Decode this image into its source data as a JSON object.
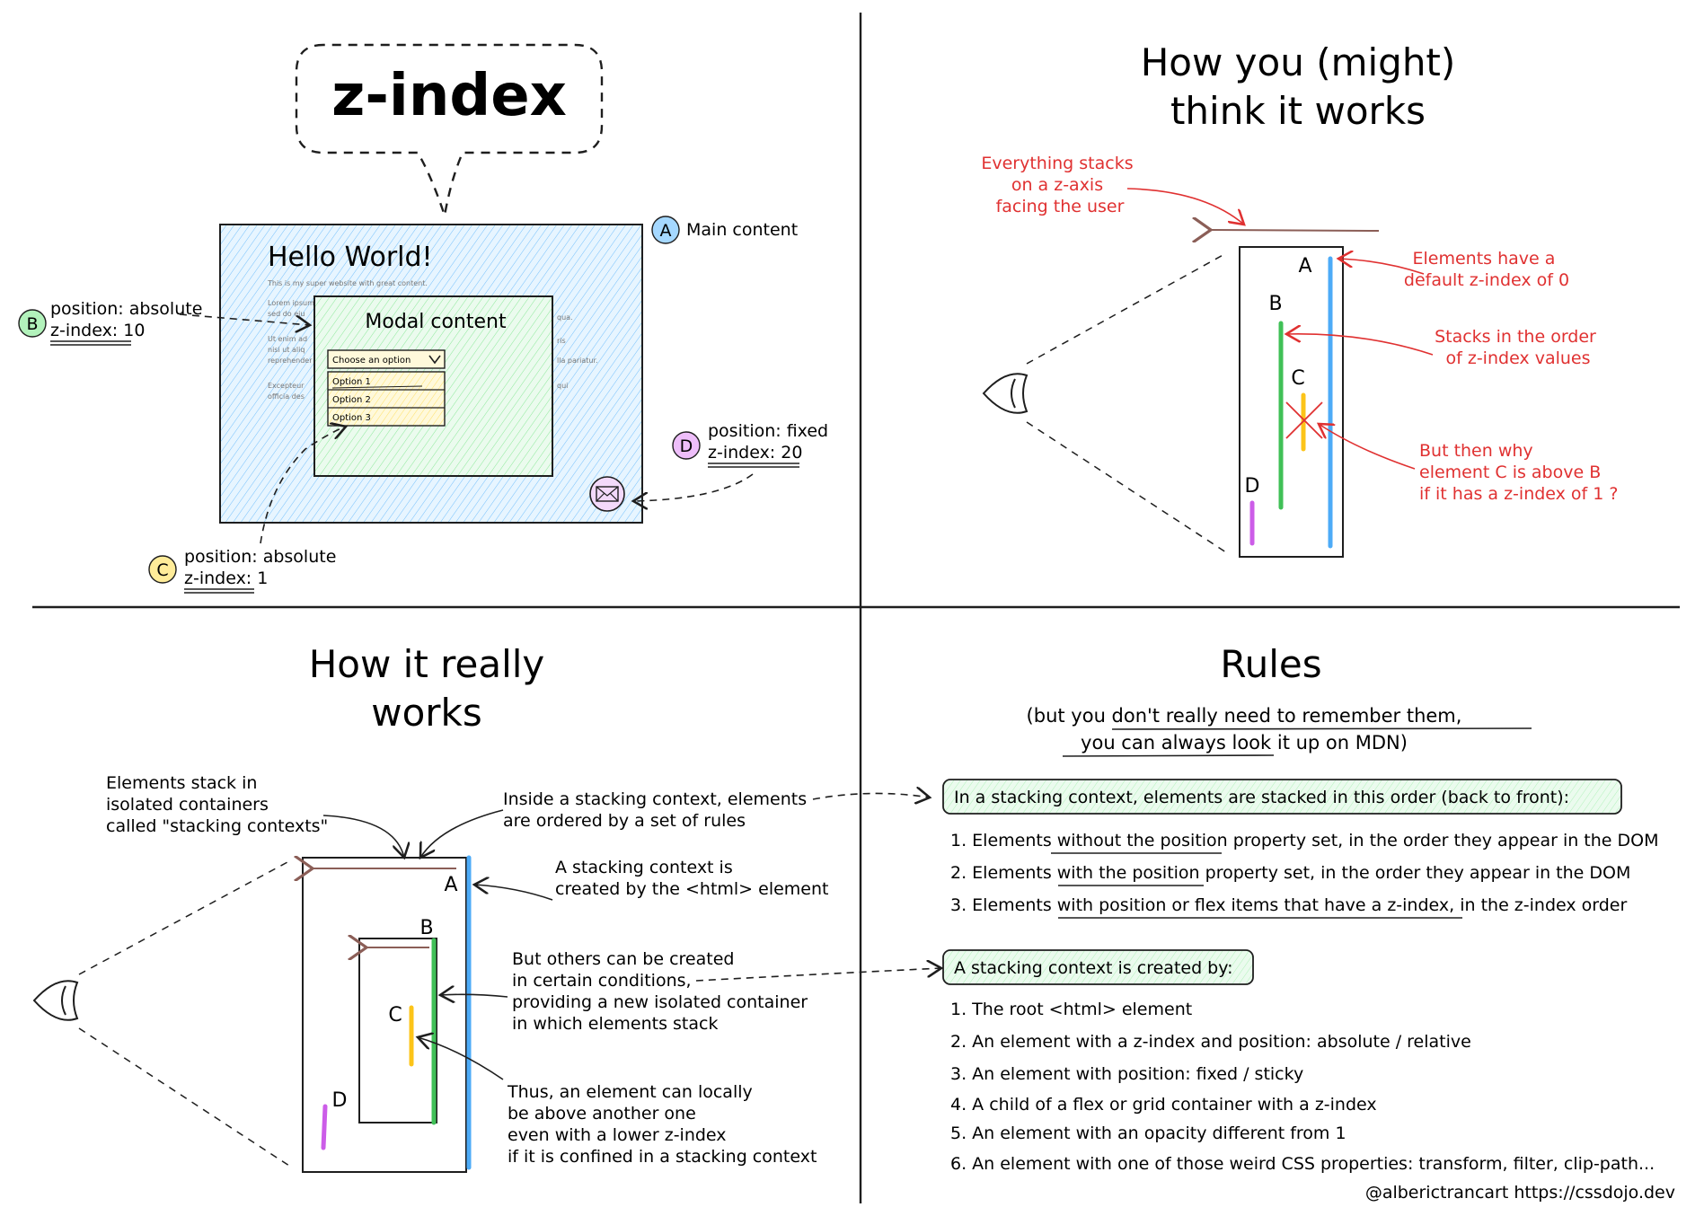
{
  "panel1": {
    "title": "z-index",
    "hello": "Hello World!",
    "subtitle": "This is my super website with great content.",
    "lorem1": "Lorem ipsum",
    "lorem2": "sed do eiu",
    "lorem3": "Ut enim ad",
    "lorem4": "nisi ut aliq",
    "lorem5": "reprehender",
    "lorem6": "Excepteur",
    "lorem7": "officia des",
    "lorem_r1": "qua.",
    "lorem_r2": "ris",
    "lorem_r3": "lla pariatur.",
    "lorem_r4": "qui",
    "modal_title": "Modal content",
    "select_label": "Choose an option",
    "options": [
      "Option 1",
      "Option 2",
      "Option 3"
    ],
    "a_letter": "A",
    "a_label": "Main content",
    "b_letter": "B",
    "b_pos": "position: absolute",
    "b_z": "z-index: 10",
    "c_letter": "C",
    "c_pos": "position: absolute",
    "c_z": "z-index: 1",
    "d_letter": "D",
    "d_pos": "position: fixed",
    "d_z": "z-index: 20"
  },
  "panel2": {
    "title_line1": "How you (might)",
    "title_line2": "think it works",
    "note1": [
      "Everything stacks",
      "on a z-axis",
      "facing the user"
    ],
    "note2": [
      "Elements have a",
      "default z-index of 0"
    ],
    "note3": [
      "Stacks in the order",
      "of z-index values"
    ],
    "note4": [
      "But then why",
      "element C is above B",
      "if it has a z-index of 1 ?"
    ],
    "letters": [
      "A",
      "B",
      "C",
      "D"
    ]
  },
  "panel3": {
    "title_line1": "How it really",
    "title_line2": "works",
    "note1": [
      "Elements stack in",
      "isolated containers",
      "called \"stacking contexts\""
    ],
    "note2": [
      "Inside a stacking context, elements",
      "are ordered by a set of rules"
    ],
    "note3": [
      "A stacking context is",
      "created by the <html> element"
    ],
    "note4": [
      "But others can be created",
      "in certain conditions,",
      "providing a new isolated container",
      "in which elements stack"
    ],
    "note5": [
      "Thus, an element can locally",
      "be above another one",
      "even with a lower z-index",
      "if it is confined in a stacking context"
    ],
    "letters": [
      "A",
      "B",
      "C",
      "D"
    ]
  },
  "panel4": {
    "title": "Rules",
    "sub1": "(but you don't really need to remember them,",
    "sub2": "you can always look it up on MDN)",
    "box1": "In a stacking context, elements are stacked in this order (back to front):",
    "order_rules": [
      "1. Elements without the position property set, in the order they appear in the DOM",
      "2. Elements with the position property set, in the order they appear in the DOM",
      "3. Elements with position or flex items that have a z-index, in the z-index order"
    ],
    "box2": "A stacking context is created by:",
    "context_rules": [
      "1. The root <html> element",
      "2. An element with a z-index and position: absolute / relative",
      "3. An element with position: fixed / sticky",
      "4. A child of a flex or grid container with a z-index",
      "5. An element with an opacity different from 1",
      "6. An element with one of those weird CSS properties: transform, filter, clip-path..."
    ],
    "credit": "@alberictrancart https://cssdojo.dev"
  },
  "colors": {
    "blue": "#4dabf7",
    "green": "#40c057",
    "yellow": "#fcc419",
    "purple": "#cc5de8",
    "red": "#e03131",
    "brown": "#8b5e57",
    "light_blue": "#d0ebff",
    "light_green": "#d3f9d8",
    "light_yellow": "#fff3bf"
  }
}
